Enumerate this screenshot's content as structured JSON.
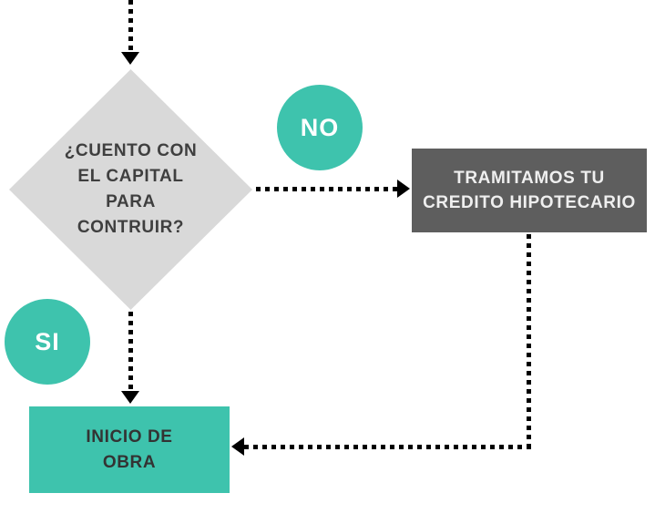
{
  "flowchart": {
    "decision_label": "¿CUENTO CON\nEL CAPITAL\nPARA\nCONTRUIR?",
    "no_label": "NO",
    "si_label": "SI",
    "credit_label": "TRAMITAMOS TU\nCREDITO HIPOTECARIO",
    "start_label": "INICIO DE\nOBRA"
  },
  "colors": {
    "teal": "#3ec3ad",
    "diamond_gray": "#d9d9d9",
    "box_dark_gray": "#5e5e5e",
    "diamond_text": "#3f3f3f",
    "connector": "#000000",
    "background": "#ffffff"
  }
}
